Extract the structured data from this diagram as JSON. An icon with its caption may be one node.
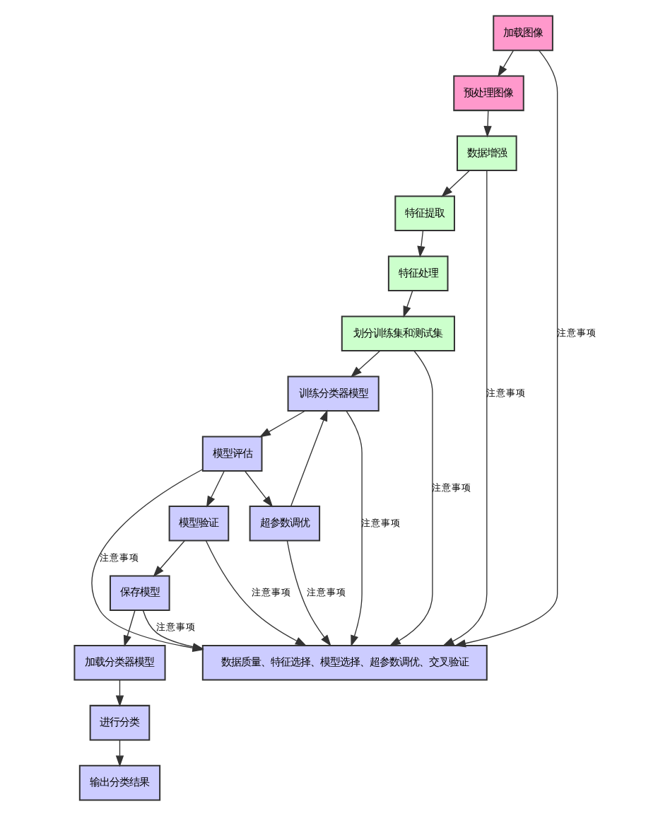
{
  "diagram": {
    "nodes": [
      {
        "text": [
          "加载图像"
        ]
      },
      {
        "text": [
          "预处理图像"
        ]
      },
      {
        "text": [
          "数据增强"
        ]
      },
      {
        "text": [
          "特征提取"
        ]
      },
      {
        "text": [
          "特征处理"
        ]
      },
      {
        "text": [
          "划分训练集和测试集"
        ]
      },
      {
        "text": [
          "训练分类器模型"
        ]
      },
      {
        "text": [
          "模型评估"
        ]
      },
      {
        "text": [
          "模型验证"
        ]
      },
      {
        "text": [
          "超参数调优"
        ]
      },
      {
        "text": [
          "保存模型"
        ]
      },
      {
        "text": [
          "加载分类器模型"
        ]
      },
      {
        "text": [
          "进行分类"
        ]
      },
      {
        "text": [
          "输出分类结果"
        ]
      },
      {
        "text": [
          "数据质量、特征选择、模型选择、超参数调优、交叉验证"
        ]
      }
    ],
    "edges": [
      {
        "from": 0,
        "to": 1,
        "arrow": "to"
      },
      {
        "from": 1,
        "to": 2,
        "arrow": "to"
      },
      {
        "from": 2,
        "to": 3,
        "arrow": "to"
      },
      {
        "from": 3,
        "to": 4,
        "arrow": "to"
      },
      {
        "from": 4,
        "to": 5,
        "arrow": "to"
      },
      {
        "from": 5,
        "to": 6,
        "arrow": "to"
      },
      {
        "from": 6,
        "to": 7,
        "arrow": "to"
      },
      {
        "from": 7,
        "to": 8,
        "arrow": "to"
      },
      {
        "from": 7,
        "to": 9,
        "arrow": "to"
      },
      {
        "from": 9,
        "to": 6,
        "arrow": "to"
      },
      {
        "from": 8,
        "to": 10,
        "arrow": "to"
      },
      {
        "from": 10,
        "to": 11,
        "arrow": "to"
      },
      {
        "from": 11,
        "to": 12,
        "arrow": "to"
      },
      {
        "from": 12,
        "to": 13,
        "arrow": "to"
      },
      {
        "from": 0,
        "to": 14,
        "arrow": "to",
        "label": "注意事项"
      },
      {
        "from": 2,
        "to": 14,
        "arrow": "to",
        "label": "注意事项"
      },
      {
        "from": 5,
        "to": 14,
        "arrow": "to",
        "label": "注意事项"
      },
      {
        "from": 6,
        "to": 14,
        "arrow": "to",
        "label": "注意事项"
      },
      {
        "from": 7,
        "to": 14,
        "arrow": "to",
        "label": "注意事项"
      },
      {
        "from": 9,
        "to": 14,
        "arrow": "to",
        "label": "注意事项"
      },
      {
        "from": 8,
        "to": 14,
        "arrow": "to",
        "label": "注意事项"
      },
      {
        "from": 10,
        "to": 14,
        "arrow": "to",
        "label": "注意事项"
      }
    ]
  }
}
